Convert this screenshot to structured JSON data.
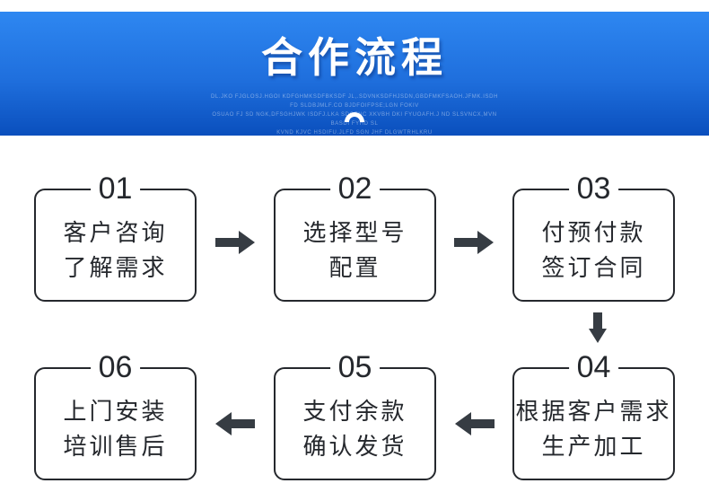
{
  "banner": {
    "title": "合作流程",
    "subtitle_lines": [
      "DL.JKO FJGLOSJ.HGOI KDFGHMKSDFBKSDF JL,.SDVNKSDFHJSDN,GBDFMKFSAOH.JFMK.ISDH FD SLDBJMLF.CO BJDFOIFPSE;LGN FOKIV",
      "OSUAO FJ SD NGK,DFSGHJWK ISDFJ.LKA SDGFNC XKVBH DKI FYUOAFH.J ND SLSVNCX,MVN BASDI FYHD SL",
      "KVND KJVC HSDIFU.JLFD SGN JHF DLGWTRHLKRU BOISD,JGML.SFDVNK.IXCVMLK,ASFGNKODF.JG HBNVKDSFVJN HALSD"
    ]
  },
  "colors": {
    "banner_gradient_top": "#2e87f1",
    "banner_gradient_bottom": "#0a4fbd",
    "ink": "#25282d",
    "arrow": "#363c43"
  },
  "flow": {
    "steps": [
      {
        "number": "01",
        "line1": "客户咨询",
        "line2": "了解需求"
      },
      {
        "number": "02",
        "line1": "选择型号",
        "line2": "配置"
      },
      {
        "number": "03",
        "line1": "付预付款",
        "line2": "签订合同"
      },
      {
        "number": "04",
        "line1": "根据客户需求",
        "line2": "生产加工"
      },
      {
        "number": "05",
        "line1": "支付余款",
        "line2": "确认发货"
      },
      {
        "number": "06",
        "line1": "上门安装",
        "line2": "培训售后"
      }
    ]
  }
}
